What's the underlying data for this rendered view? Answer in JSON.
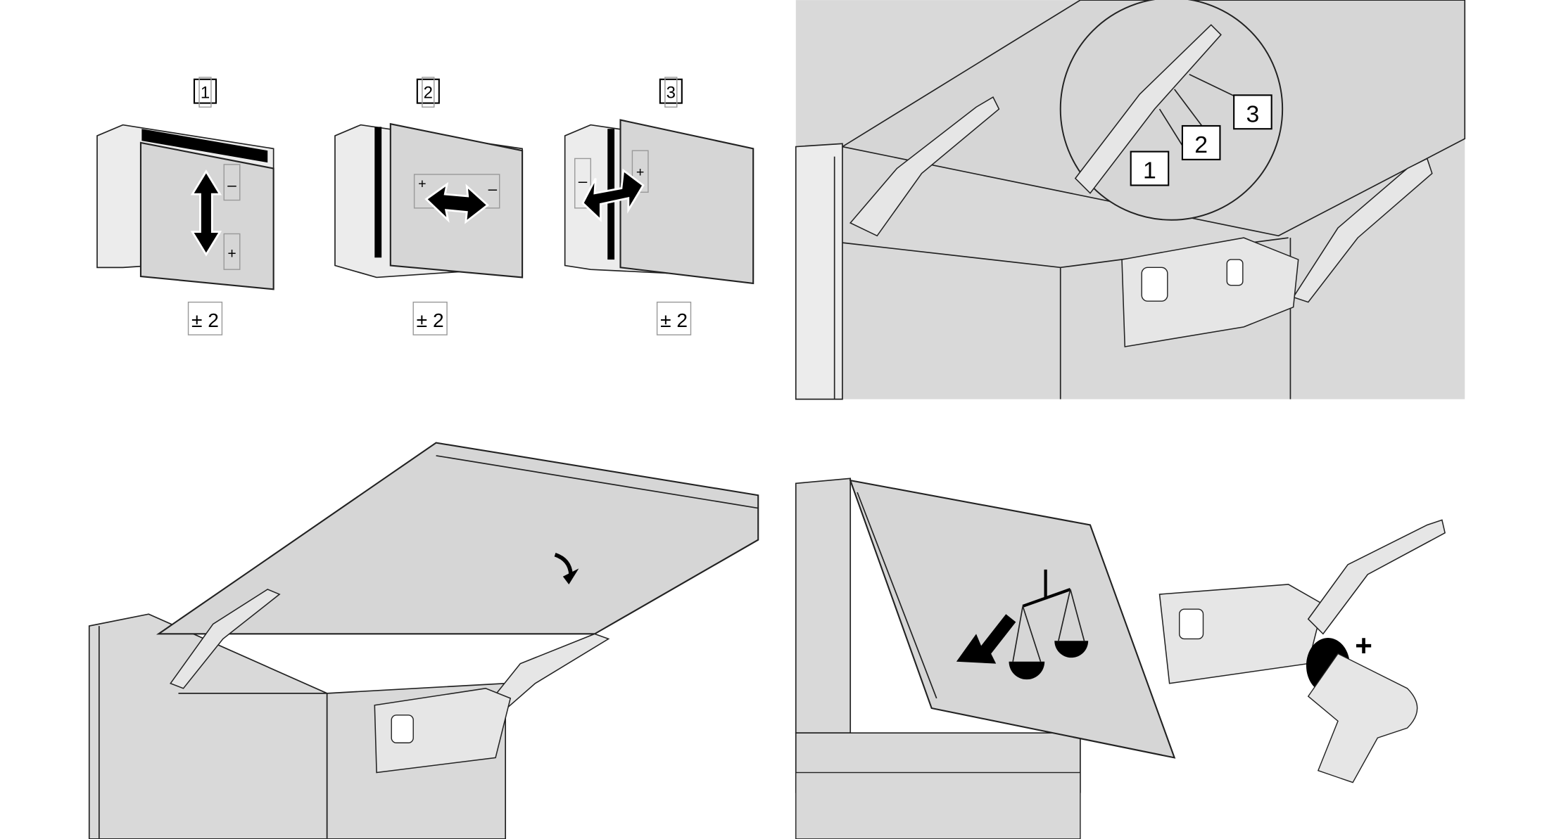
{
  "step1": {
    "adjustments": [
      {
        "number": "1",
        "tolerance": "± 2",
        "minus": "–",
        "plus": "+"
      },
      {
        "number": "2",
        "tolerance": "± 2",
        "minus": "–",
        "plus": "+"
      },
      {
        "number": "3",
        "tolerance": "± 2",
        "minus": "–",
        "plus": "+"
      }
    ]
  },
  "step2": {
    "callouts": [
      "1",
      "2",
      "3"
    ]
  },
  "step4": {
    "drill_direction": "+"
  }
}
